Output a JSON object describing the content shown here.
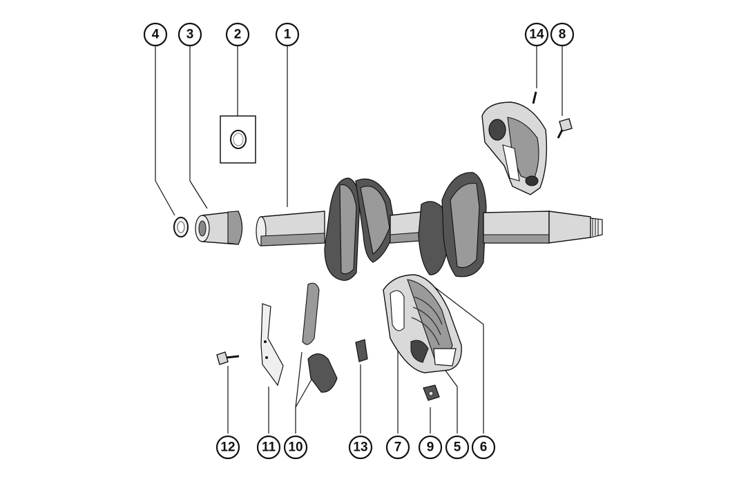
{
  "diagram": {
    "callouts": [
      {
        "id": "4",
        "label": "4"
      },
      {
        "id": "3",
        "label": "3"
      },
      {
        "id": "2",
        "label": "2"
      },
      {
        "id": "1",
        "label": "1"
      },
      {
        "id": "14",
        "label": "14"
      },
      {
        "id": "8",
        "label": "8"
      },
      {
        "id": "12",
        "label": "12"
      },
      {
        "id": "11",
        "label": "11"
      },
      {
        "id": "10",
        "label": "10"
      },
      {
        "id": "13",
        "label": "13"
      },
      {
        "id": "7",
        "label": "7"
      },
      {
        "id": "9",
        "label": "9"
      },
      {
        "id": "5",
        "label": "5"
      },
      {
        "id": "6",
        "label": "6"
      }
    ]
  }
}
